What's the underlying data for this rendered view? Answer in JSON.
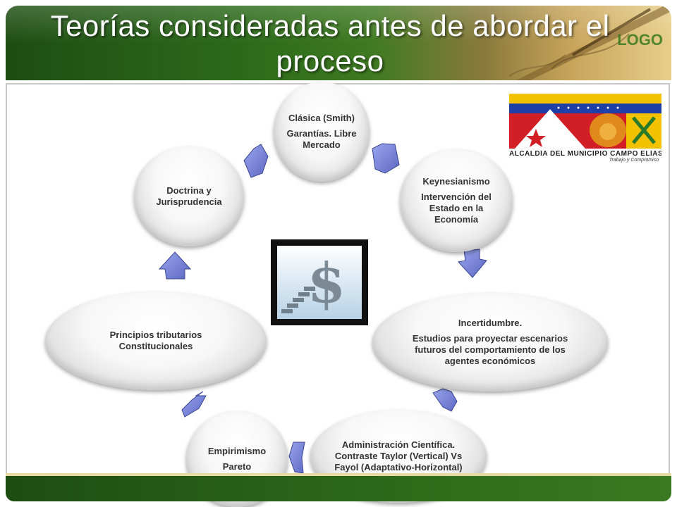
{
  "header": {
    "title": "Teorías consideradas antes de abordar el proceso",
    "logo_text": "LOGO"
  },
  "badge": {
    "text": "ALCALDÍA DEL MUNICIPIO CAMPO ELÍAS",
    "slogan": "Trabajo y Compromiso"
  },
  "nodes": {
    "clasica": {
      "title": "Clásica (Smith)",
      "desc": "Garantías. Libre Mercado"
    },
    "keynes": {
      "title": "Keynesianismo",
      "desc": "Intervención del Estado en la Economía"
    },
    "incert": {
      "title": "Incertidumbre.",
      "desc": "Estudios para proyectar escenarios futuros del comportamiento de los agentes económicos"
    },
    "admin": {
      "title": "Administración Científica. Contraste Taylor (Vertical) Vs Fayol (Adaptativo-Horizontal)"
    },
    "empir": {
      "title": "Empirimismo",
      "desc": "Pareto"
    },
    "princ": {
      "title": "Principios tributarios Constitucionales"
    },
    "doct": {
      "title": "Doctrina y Jurisprudencia"
    }
  },
  "colors": {
    "arrow": "#7a86d6",
    "header_green": "#2c6a1a",
    "node_text": "#333333"
  },
  "icons": {
    "center": "dollar-staircase-image",
    "logo": "campo-elias-coat-of-arms"
  }
}
